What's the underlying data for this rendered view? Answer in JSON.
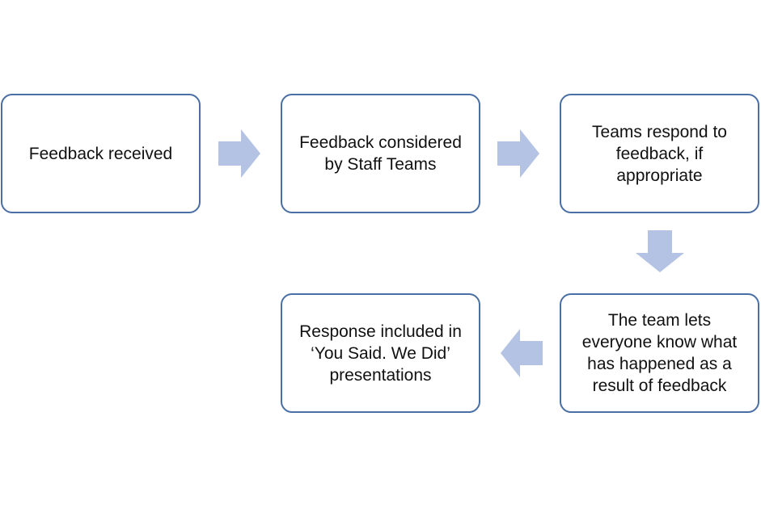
{
  "diagram": {
    "steps": [
      {
        "text": "Feedback received"
      },
      {
        "text": "Feedback considered\nby Staff Teams"
      },
      {
        "text": "Teams respond to\nfeedback, if\nappropriate"
      },
      {
        "text": "The team lets\neveryone know what\nhas happened as a\nresult of feedback"
      },
      {
        "text": "Response included in\n‘You Said. We Did’\npresentations"
      }
    ],
    "colors": {
      "box_border": "#4a6fa5",
      "arrow_fill": "#b4c3e3"
    }
  }
}
